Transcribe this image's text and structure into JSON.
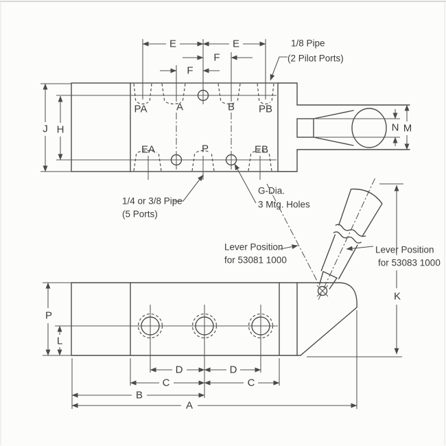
{
  "drawing": {
    "colors": {
      "line": "#4a4a4a",
      "text": "#3a3a3a",
      "background": "#fcfcfb"
    },
    "top_view": {
      "dims": {
        "e_left": "E",
        "e_right": "E",
        "f_upper": "F",
        "f_lower": "F",
        "j": "J",
        "h": "H",
        "n": "N",
        "m": "M"
      },
      "ports": {
        "pa": "PA",
        "a": "A",
        "b": "B",
        "pb": "PB",
        "ea": "EA",
        "p": "P",
        "eb": "EB"
      },
      "notes": {
        "pilot": [
          "1/8 Pipe",
          "(2 Pilot Ports)"
        ],
        "main_ports": [
          "1/4 or 3/8 Pipe",
          "(5 Ports)"
        ],
        "mounting": [
          "G-Dia.",
          "3 Mtg. Holes"
        ]
      }
    },
    "side_view": {
      "dims": {
        "p": "P",
        "l": "L",
        "k": "K",
        "d_left": "D",
        "d_right": "D",
        "c_left": "C",
        "c_right": "C",
        "b": "B",
        "a": "A"
      },
      "notes": {
        "lever_53081": [
          "Lever Position",
          "for 53081 1000"
        ],
        "lever_53083": [
          "Lever Position",
          "for 53083 1000"
        ]
      }
    }
  }
}
